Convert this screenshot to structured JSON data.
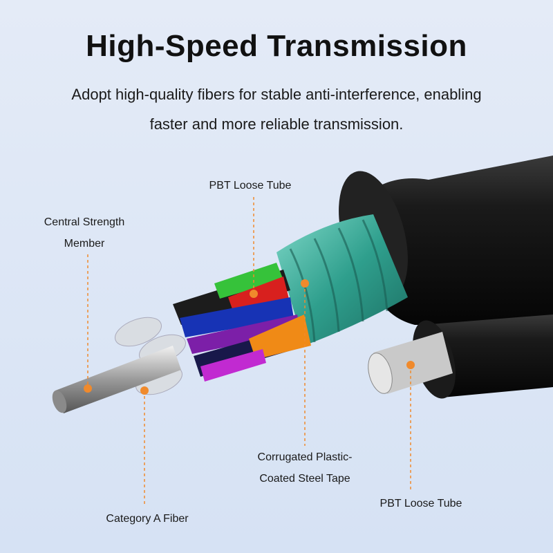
{
  "header": {
    "title": "High-Speed Transmission",
    "subtitle_line1": "Adopt high-quality fibers for stable anti-interference, enabling",
    "subtitle_line2": "faster and more reliable transmission."
  },
  "callouts": {
    "pbt_top": "PBT Loose Tube",
    "central_line1": "Central Strength",
    "central_line2": "Member",
    "tape_line1": "Corrugated Plastic-",
    "tape_line2": "Coated Steel Tape",
    "fiber": "Category A Fiber",
    "pbt_bottom": "PBT Loose Tube"
  },
  "colors": {
    "accent": "#f08a2c",
    "teal": "#3fae9c",
    "jacket": "#151515"
  }
}
